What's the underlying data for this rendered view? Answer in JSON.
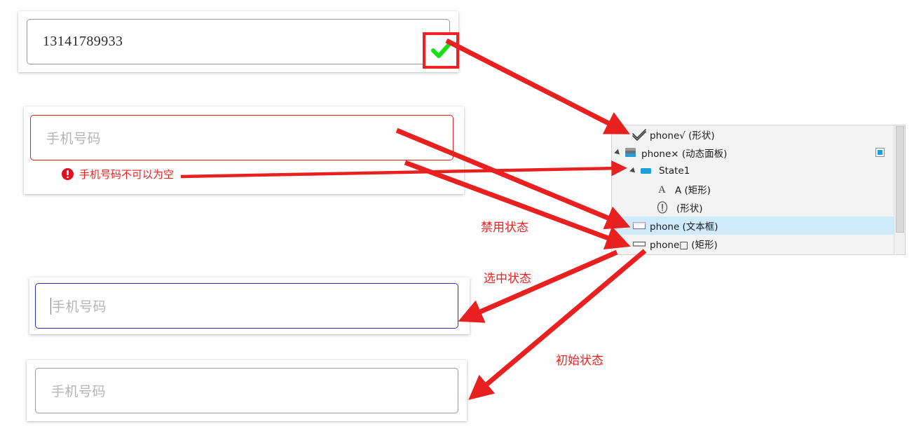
{
  "panels": [
    {
      "name": "filled-valid",
      "value": "13141789933",
      "placeholder": "",
      "state": "valid",
      "badge_icon": "green-check-icon"
    },
    {
      "name": "error-empty",
      "value": "",
      "placeholder": "手机号码",
      "state": "error",
      "error_icon": "error-exclamation-icon",
      "error_text": "手机号码不可以为空"
    },
    {
      "name": "focused",
      "value": "",
      "placeholder": "手机号码",
      "state": "focused"
    },
    {
      "name": "initial",
      "value": "",
      "placeholder": "手机号码",
      "state": "initial"
    }
  ],
  "annotations": [
    {
      "label": "禁用状态"
    },
    {
      "label": "选中状态"
    },
    {
      "label": "初始状态"
    }
  ],
  "tree": {
    "rows": [
      {
        "label": "phone√ (形状)",
        "icon": "check-shape-icon",
        "indent": 1,
        "expander": false,
        "selected": false,
        "checkbox": false
      },
      {
        "label": "phone× (动态面板)",
        "icon": "dynamic-panel-icon",
        "indent": 0,
        "expander": true,
        "selected": false,
        "checkbox": true
      },
      {
        "label": "State1",
        "icon": "state-icon",
        "indent": 1,
        "expander": true,
        "selected": false,
        "checkbox": false
      },
      {
        "label": "A   (矩形)",
        "icon": "text-rectangle-icon",
        "indent": 3,
        "expander": false,
        "selected": false,
        "checkbox": false
      },
      {
        "label": "(形状)",
        "icon": "exclamation-shape-icon",
        "indent": 3,
        "expander": false,
        "selected": false,
        "checkbox": false
      },
      {
        "label": "phone (文本框)",
        "icon": "textbox-icon",
        "indent": 1,
        "expander": false,
        "selected": true,
        "checkbox": false
      },
      {
        "label": "phone□ (矩形)",
        "icon": "rectangle-icon",
        "indent": 1,
        "expander": false,
        "selected": false,
        "checkbox": false
      }
    ]
  },
  "colors": {
    "annotation_red": "#f02020",
    "error_red": "#e02020",
    "focus_blue": "#2a2ad0",
    "check_green": "#16e016",
    "selection_blue": "#cfeafb",
    "badge_border": "#ee2222"
  }
}
